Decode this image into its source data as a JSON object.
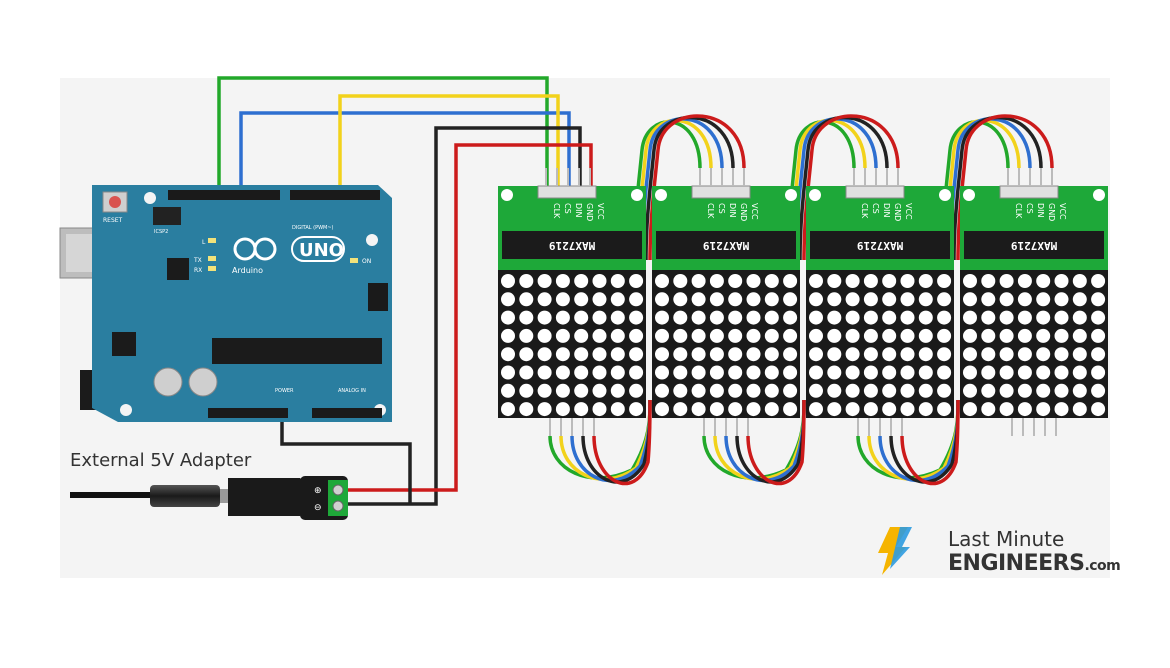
{
  "diagram": {
    "arduino": {
      "logo_text": "UNO",
      "brand_text": "Arduino",
      "reset_label": "RESET",
      "on_label": "ON",
      "led_labels": [
        "L",
        "TX",
        "RX"
      ],
      "icsp_label": "ICSP2",
      "digital_label": "DIGITAL (PWM~)",
      "power_label": "POWER",
      "analog_label": "ANALOG IN"
    },
    "modules": [
      {
        "chip": "MAX7219",
        "pins": [
          "VCC",
          "GND",
          "DIN",
          "CS",
          "CLK"
        ]
      },
      {
        "chip": "MAX7219",
        "pins": [
          "VCC",
          "GND",
          "DIN",
          "CS",
          "CLK"
        ]
      },
      {
        "chip": "MAX7219",
        "pins": [
          "VCC",
          "GND",
          "DIN",
          "CS",
          "CLK"
        ]
      },
      {
        "chip": "MAX7219",
        "pins": [
          "VCC",
          "GND",
          "DIN",
          "CS",
          "CLK"
        ]
      }
    ],
    "adapter_label": "External 5V Adapter",
    "wire_colors": {
      "green": "#22a82a",
      "yellow": "#f2d21b",
      "blue": "#2e6fd0",
      "black": "#222222",
      "red": "#cc1b1b"
    }
  },
  "brand": {
    "line1": "Last Minute",
    "line2": "ENGINEERS",
    "domain": ".com"
  },
  "colors": {
    "board": "#2a7ea0",
    "module_pcb": "#1ea839",
    "matrix_bg": "#1a1a1a",
    "led": "#ffffff"
  }
}
